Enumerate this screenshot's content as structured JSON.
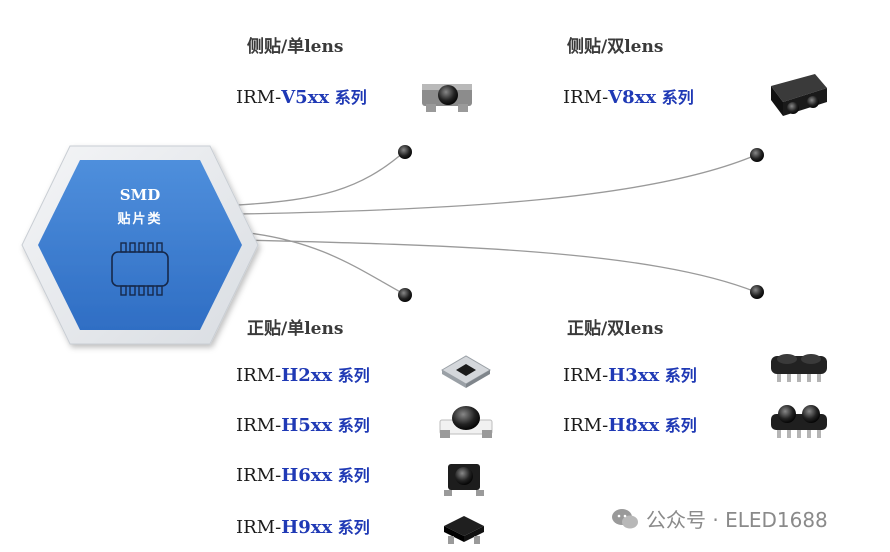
{
  "center": {
    "title": "SMD",
    "subtitle": "贴片类"
  },
  "groups": [
    {
      "heading": "侧贴/单lens",
      "items": [
        {
          "prefix": "IRM-",
          "model": "V5xx",
          "suffix": " 系列",
          "icon": "side-single-lens-part-icon"
        }
      ]
    },
    {
      "heading": "侧贴/双lens",
      "items": [
        {
          "prefix": "IRM-",
          "model": "V8xx",
          "suffix": " 系列",
          "icon": "side-dual-lens-part-icon"
        }
      ]
    },
    {
      "heading": "正贴/单lens",
      "items": [
        {
          "prefix": "IRM-",
          "model": "H2xx",
          "suffix": " 系列",
          "icon": "flat-square-part-icon"
        },
        {
          "prefix": "IRM-",
          "model": "H5xx",
          "suffix": " 系列",
          "icon": "dome-lens-part-icon"
        },
        {
          "prefix": "IRM-",
          "model": "H6xx",
          "suffix": " 系列",
          "icon": "square-dome-part-icon"
        },
        {
          "prefix": "IRM-",
          "model": "H9xx",
          "suffix": " 系列",
          "icon": "flat-black-part-icon"
        }
      ]
    },
    {
      "heading": "正贴/双lens",
      "items": [
        {
          "prefix": "IRM-",
          "model": "H3xx",
          "suffix": " 系列",
          "icon": "dual-flat-part-icon"
        },
        {
          "prefix": "IRM-",
          "model": "H8xx",
          "suffix": " 系列",
          "icon": "dual-dome-part-icon"
        }
      ]
    }
  ],
  "watermark": {
    "text": "公众号 · ELED1688",
    "icon": "wechat-icon"
  },
  "colors": {
    "hex_fill": "#3f7fd0",
    "hex_border": "#e9ecef",
    "accent_text": "#1f39b5",
    "connector": "#9a9a9a"
  }
}
